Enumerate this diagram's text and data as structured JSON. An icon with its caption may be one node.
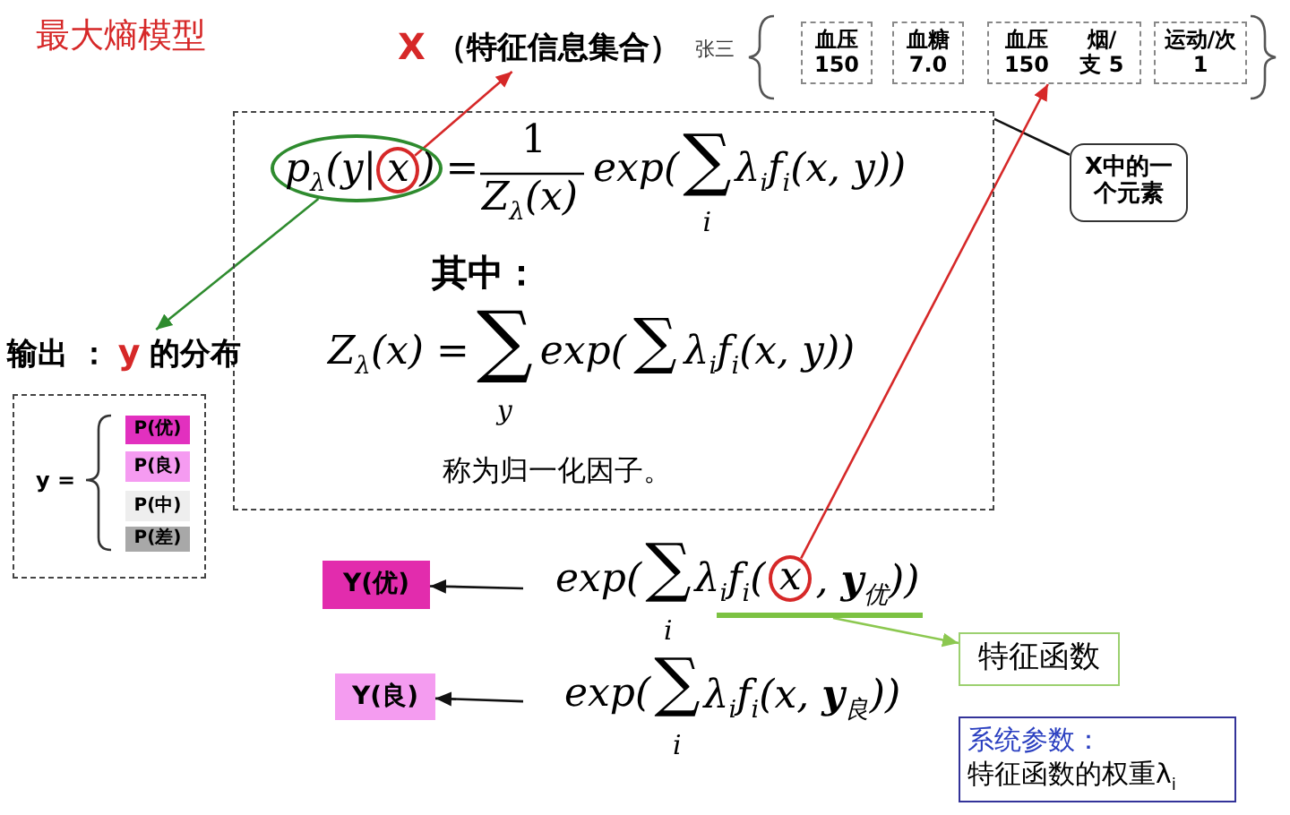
{
  "diagram": {
    "nodes": [
      {
        "text": [
          "X",
          "（特征信息集合）"
        ]
      },
      {
        "text": [
          "血压 150"
        ]
      },
      {
        "text": [
          "血糖 7.0"
        ]
      },
      {
        "text": [
          "血压 150",
          "烟/支 5"
        ]
      },
      {
        "text": [
          "运动/次 1"
        ]
      },
      {
        "text": [
          "X中的一个元素"
        ]
      },
      {
        "text": [
          "=",
          "1",
          "Z$_{λ}$(x)",
          "exp(",
          "∑",
          "i",
          "λ$_{i}$f$_{i}$(x, y))",
          "其中：",
          "Z$_{λ}$(x) =",
          "∑",
          "y",
          "exp(",
          "∑",
          "λ$_{i}$f$_{i}$(x, y))",
          "称为归一化因子。"
        ]
      },
      {
        "text": [
          "p$_{λ}$(y|",
          ")"
        ],
        "in": 6
      },
      {
        "text": [
          "x"
        ],
        "in": 7
      },
      {
        "text": [
          "输出 ：",
          "y",
          "的分布"
        ]
      },
      {
        "text": [
          "y ="
        ]
      },
      {
        "text": [
          "P(优)"
        ],
        "in": 10
      },
      {
        "text": [
          "P(良)"
        ],
        "in": 10
      },
      {
        "text": [
          "P(中)"
        ],
        "in": 10
      },
      {
        "text": [
          "P(差)"
        ],
        "in": 10
      },
      {
        "text": [
          "Y(优)"
        ]
      },
      {
        "text": [
          "exp(",
          "∑",
          "i",
          "λ$_{i}$f$_{i}$(",
          ", **y**$_{优}$))"
        ]
      },
      {
        "text": [
          "x"
        ],
        "in": 16
      },
      {
        "text": [],
        "shape": "bar",
        "in": 16
      },
      {
        "text": [
          "Y(良)"
        ]
      },
      {
        "text": [
          "exp(",
          "∑",
          "i",
          "λ$_{i}$f$_{i}$(x, **y**$_{良}$))"
        ]
      },
      {
        "text": [
          "特征函数"
        ]
      },
      {
        "text": [
          "系统参数：",
          "特征函数的权重λ$_{i}$"
        ]
      }
    ],
    "edges": [
      {
        "from": 8,
        "to": 0,
        "arrow": "to",
        "color": "#d62828"
      },
      {
        "from": 7,
        "to": 9,
        "arrow": "to",
        "color": "#2e8b2e"
      },
      {
        "from": 5,
        "to": 6,
        "arrow": "none"
      },
      {
        "from": 17,
        "to": 3,
        "arrow": "to",
        "color": "#d62828"
      },
      {
        "from": 16,
        "to": 15,
        "arrow": "to"
      },
      {
        "from": 18,
        "to": 21,
        "arrow": "to",
        "color": "#8cc850"
      },
      {
        "from": 20,
        "to": 19,
        "arrow": "to"
      }
    ],
    "labels": [
      "最大熵模型",
      "张三"
    ]
  }
}
